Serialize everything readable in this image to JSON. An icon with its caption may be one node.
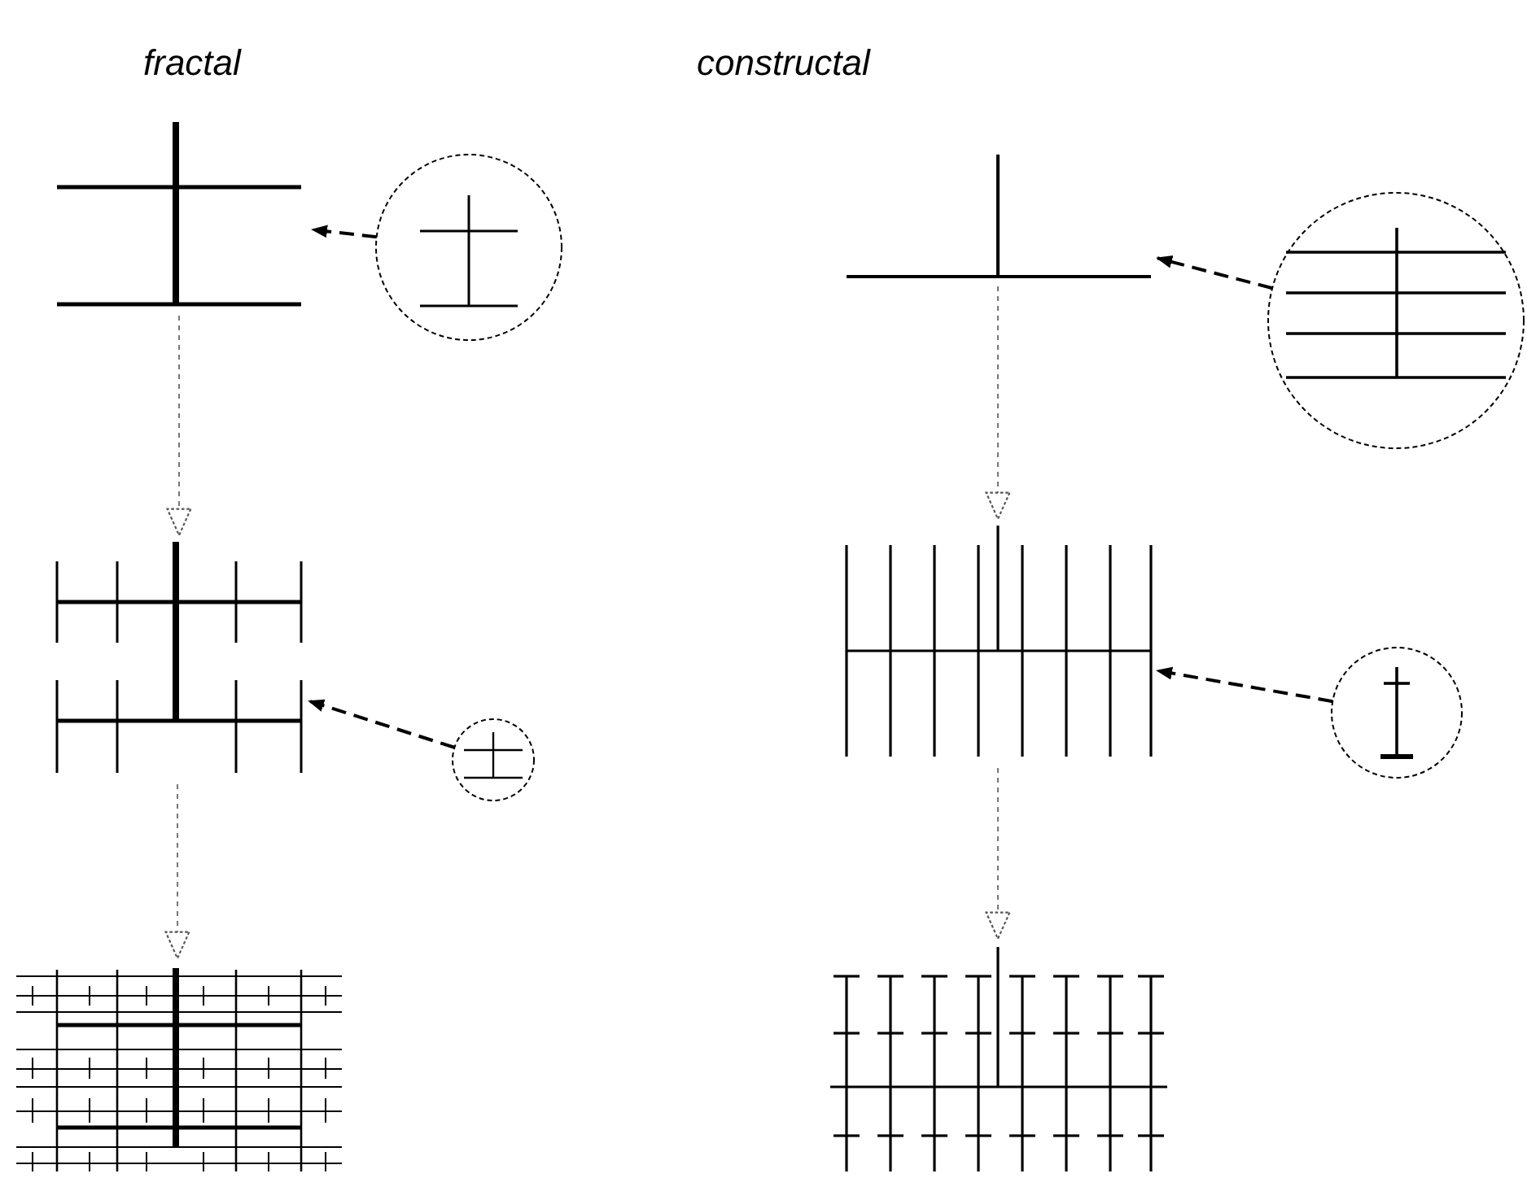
{
  "diagram": {
    "nodes": [
      {
        "text": [],
        "shape": "picture"
      },
      {
        "text": [],
        "shape": "circle"
      },
      {
        "text": [],
        "shape": "picture"
      },
      {
        "text": [],
        "shape": "circle"
      },
      {
        "text": [],
        "shape": "picture"
      },
      {
        "text": [],
        "shape": "picture"
      },
      {
        "text": [],
        "shape": "circle"
      },
      {
        "text": [],
        "shape": "picture"
      },
      {
        "text": [],
        "shape": "circle"
      },
      {
        "text": [],
        "shape": "picture"
      }
    ],
    "edges": [
      {
        "from": 1,
        "to": 0,
        "arrow": "to",
        "style": "dashed"
      },
      {
        "from": 0,
        "to": 2,
        "arrow": "to",
        "color": "#777777"
      },
      {
        "from": 3,
        "to": 2,
        "arrow": "to",
        "style": "dashed"
      },
      {
        "from": 2,
        "to": 4,
        "arrow": "to",
        "color": "#777777"
      },
      {
        "from": 6,
        "to": 5,
        "arrow": "to",
        "style": "dashed"
      },
      {
        "from": 5,
        "to": 7,
        "arrow": "to",
        "color": "#777777"
      },
      {
        "from": 8,
        "to": 7,
        "arrow": "to",
        "style": "dashed"
      },
      {
        "from": 7,
        "to": 9,
        "arrow": "to",
        "color": "#777777"
      }
    ],
    "labels": [
      "fractal",
      "constructal"
    ]
  }
}
